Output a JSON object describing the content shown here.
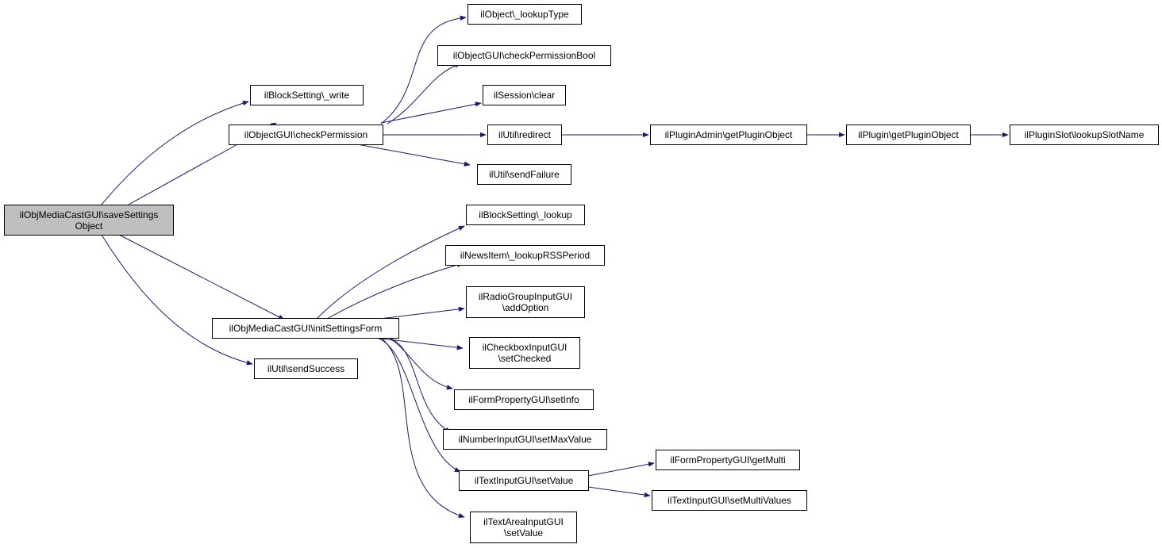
{
  "colors": {
    "edge": "#191970",
    "node_border": "#000000",
    "root_fill": "#bfbfbf",
    "node_fill": "#ffffff"
  },
  "nodes": {
    "root": {
      "line1": "ilObjMediaCastGUI\\saveSettings",
      "line2": "Object"
    },
    "block_write": {
      "label": "ilBlockSetting\\_write"
    },
    "check_permission": {
      "label": "ilObjectGUI\\checkPermission"
    },
    "init_settings_form": {
      "label": "ilObjMediaCastGUI\\initSettingsForm"
    },
    "send_success": {
      "label": "ilUtil\\sendSuccess"
    },
    "lookup_type": {
      "label": "ilObject\\_lookupType"
    },
    "check_permission_bool": {
      "label": "ilObjectGUI\\checkPermissionBool"
    },
    "session_clear": {
      "label": "ilSession\\clear"
    },
    "util_redirect": {
      "label": "ilUtil\\redirect"
    },
    "send_failure": {
      "label": "ilUtil\\sendFailure"
    },
    "plugin_admin_get": {
      "label": "ilPluginAdmin\\getPluginObject"
    },
    "plugin_get": {
      "label": "ilPlugin\\getPluginObject"
    },
    "plugin_slot_lookup": {
      "label": "ilPluginSlot\\lookupSlotName"
    },
    "block_lookup": {
      "label": "ilBlockSetting\\_lookup"
    },
    "news_lookup_rss": {
      "label": "ilNewsItem\\_lookupRSSPeriod"
    },
    "radio_add_option": {
      "line1": "ilRadioGroupInputGUI",
      "line2": "\\addOption"
    },
    "checkbox_set_checked": {
      "line1": "ilCheckboxInputGUI",
      "line2": "\\setChecked"
    },
    "form_prop_set_info": {
      "label": "ilFormPropertyGUI\\setInfo"
    },
    "number_set_max": {
      "label": "ilNumberInputGUI\\setMaxValue"
    },
    "text_set_value": {
      "label": "ilTextInputGUI\\setValue"
    },
    "textarea_set_value": {
      "line1": "ilTextAreaInputGUI",
      "line2": "\\setValue"
    },
    "form_prop_get_multi": {
      "label": "ilFormPropertyGUI\\getMulti"
    },
    "text_set_multi": {
      "label": "ilTextInputGUI\\setMultiValues"
    }
  }
}
